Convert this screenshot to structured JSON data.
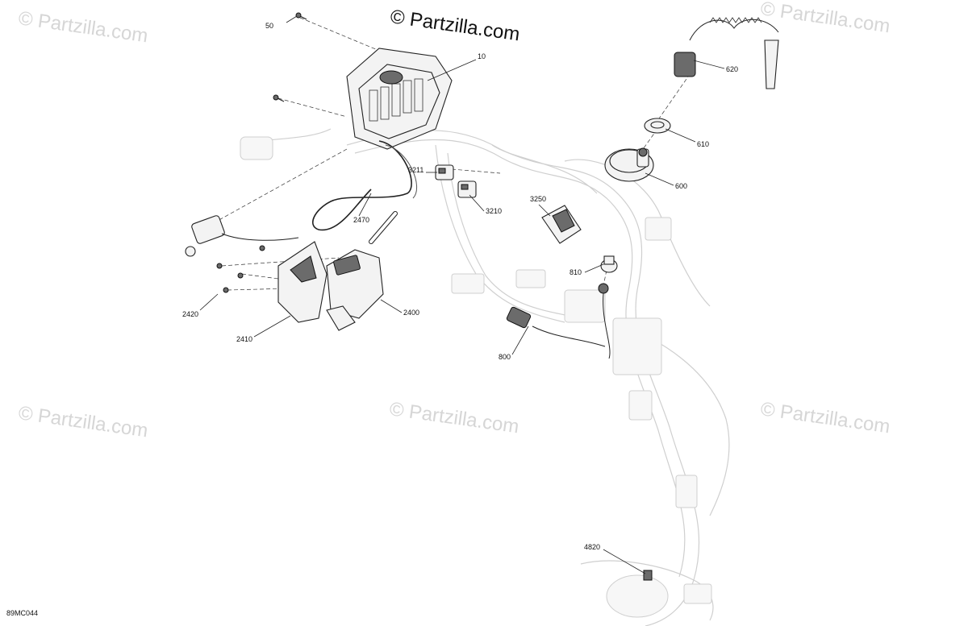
{
  "watermarks": {
    "main": "© Partzilla.com",
    "repeat": "© Partzilla.com"
  },
  "diagram_code": "89MC044",
  "callouts": {
    "c50": "50",
    "c10": "10",
    "c620": "620",
    "c610": "610",
    "c600": "600",
    "c3211": "3211",
    "c3210": "3210",
    "c3250": "3250",
    "c2470": "2470",
    "c810": "810",
    "c2420": "2420",
    "c2400": "2400",
    "c2410": "2410",
    "c800": "800",
    "c4820": "4820"
  }
}
